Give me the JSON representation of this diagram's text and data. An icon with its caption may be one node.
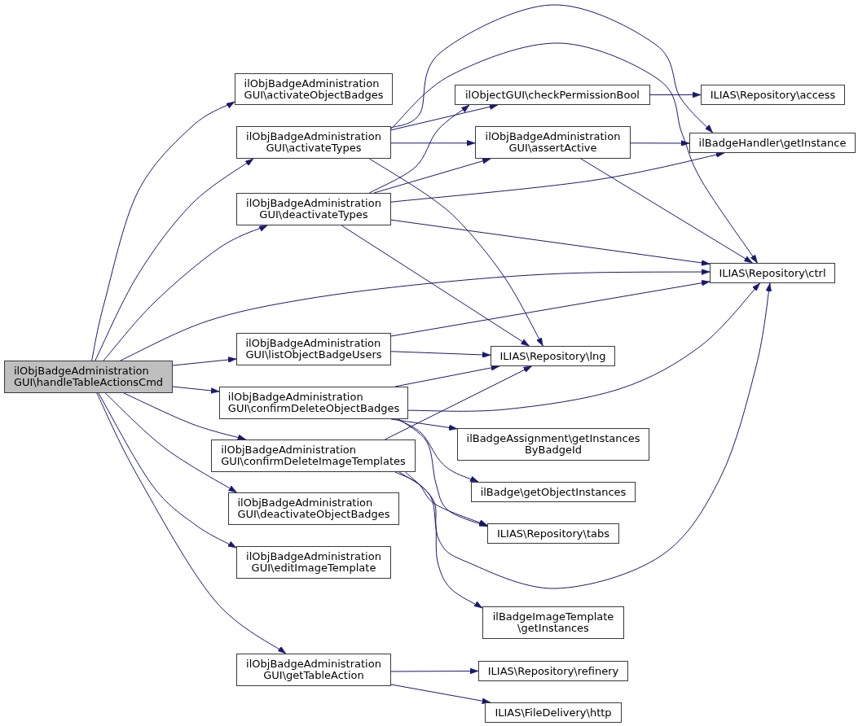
{
  "diagram": {
    "nodes": [
      {
        "text": [
          "ilObjBadgeAdministration GUI\\handleTableActionsCmd"
        ]
      },
      {
        "text": [
          "ilObjBadgeAdministration GUI\\activateObjectBadges"
        ]
      },
      {
        "text": [
          "ilObjBadgeAdministration GUI\\activateTypes"
        ]
      },
      {
        "text": [
          "ilObjBadgeAdministration GUI\\deactivateTypes"
        ]
      },
      {
        "text": [
          "ilObjBadgeAdministration GUI\\listObjectBadgeUsers"
        ]
      },
      {
        "text": [
          "ilObjBadgeAdministration GUI\\confirmDeleteObjectBadges"
        ]
      },
      {
        "text": [
          "ilObjBadgeAdministration GUI\\confirmDeleteImageTemplates"
        ]
      },
      {
        "text": [
          "ilObjBadgeAdministration GUI\\deactivateObjectBadges"
        ]
      },
      {
        "text": [
          "ilObjBadgeAdministration GUI\\editImageTemplate"
        ]
      },
      {
        "text": [
          "ilObjBadgeAdministration GUI\\getTableAction"
        ]
      },
      {
        "text": [
          "ilObjectGUI\\checkPermissionBool"
        ]
      },
      {
        "text": [
          "ilObjBadgeAdministration GUI\\assertActive"
        ]
      },
      {
        "text": [
          "ILIAS\\Repository\\lng"
        ]
      },
      {
        "text": [
          "ilBadgeAssignment\\getInstances ByBadgeId"
        ]
      },
      {
        "text": [
          "ilBadge\\getObjectInstances"
        ]
      },
      {
        "text": [
          "ILIAS\\Repository\\tabs"
        ]
      },
      {
        "text": [
          "ilBadgeImageTemplate \\getInstances"
        ]
      },
      {
        "text": [
          "ILIAS\\Repository\\refinery"
        ]
      },
      {
        "text": [
          "ILIAS\\FileDelivery\\http"
        ]
      },
      {
        "text": [
          "ILIAS\\Repository\\access"
        ]
      },
      {
        "text": [
          "ilBadgeHandler\\getInstance"
        ]
      },
      {
        "text": [
          "ILIAS\\Repository\\ctrl"
        ]
      }
    ],
    "edges": [
      {
        "from": 0,
        "to": 1,
        "arrow": "to"
      },
      {
        "from": 0,
        "to": 2,
        "arrow": "to"
      },
      {
        "from": 0,
        "to": 3,
        "arrow": "to"
      },
      {
        "from": 0,
        "to": 21,
        "arrow": "to"
      },
      {
        "from": 0,
        "to": 4,
        "arrow": "to"
      },
      {
        "from": 0,
        "to": 5,
        "arrow": "to"
      },
      {
        "from": 0,
        "to": 6,
        "arrow": "to"
      },
      {
        "from": 0,
        "to": 7,
        "arrow": "to"
      },
      {
        "from": 0,
        "to": 8,
        "arrow": "to"
      },
      {
        "from": 0,
        "to": 9,
        "arrow": "to"
      },
      {
        "from": 2,
        "to": 10,
        "arrow": "to"
      },
      {
        "from": 2,
        "to": 11,
        "arrow": "to"
      },
      {
        "from": 2,
        "to": 20,
        "arrow": "to"
      },
      {
        "from": 2,
        "to": 21,
        "arrow": "to"
      },
      {
        "from": 2,
        "to": 12,
        "arrow": "to"
      },
      {
        "from": 3,
        "to": 10,
        "arrow": "to"
      },
      {
        "from": 3,
        "to": 11,
        "arrow": "to"
      },
      {
        "from": 3,
        "to": 20,
        "arrow": "to"
      },
      {
        "from": 3,
        "to": 21,
        "arrow": "to"
      },
      {
        "from": 3,
        "to": 12,
        "arrow": "to"
      },
      {
        "from": 10,
        "to": 19,
        "arrow": "to"
      },
      {
        "from": 11,
        "to": 20,
        "arrow": "to"
      },
      {
        "from": 11,
        "to": 21,
        "arrow": "to"
      },
      {
        "from": 4,
        "to": 21,
        "arrow": "to"
      },
      {
        "from": 4,
        "to": 12,
        "arrow": "to"
      },
      {
        "from": 5,
        "to": 12,
        "arrow": "to"
      },
      {
        "from": 5,
        "to": 21,
        "arrow": "to"
      },
      {
        "from": 5,
        "to": 13,
        "arrow": "to"
      },
      {
        "from": 5,
        "to": 14,
        "arrow": "to"
      },
      {
        "from": 5,
        "to": 15,
        "arrow": "to"
      },
      {
        "from": 6,
        "to": 12,
        "arrow": "to"
      },
      {
        "from": 6,
        "to": 15,
        "arrow": "to"
      },
      {
        "from": 6,
        "to": 21,
        "arrow": "to"
      },
      {
        "from": 6,
        "to": 16,
        "arrow": "to"
      },
      {
        "from": 9,
        "to": 17,
        "arrow": "to"
      },
      {
        "from": 9,
        "to": 18,
        "arrow": "to"
      }
    ]
  }
}
